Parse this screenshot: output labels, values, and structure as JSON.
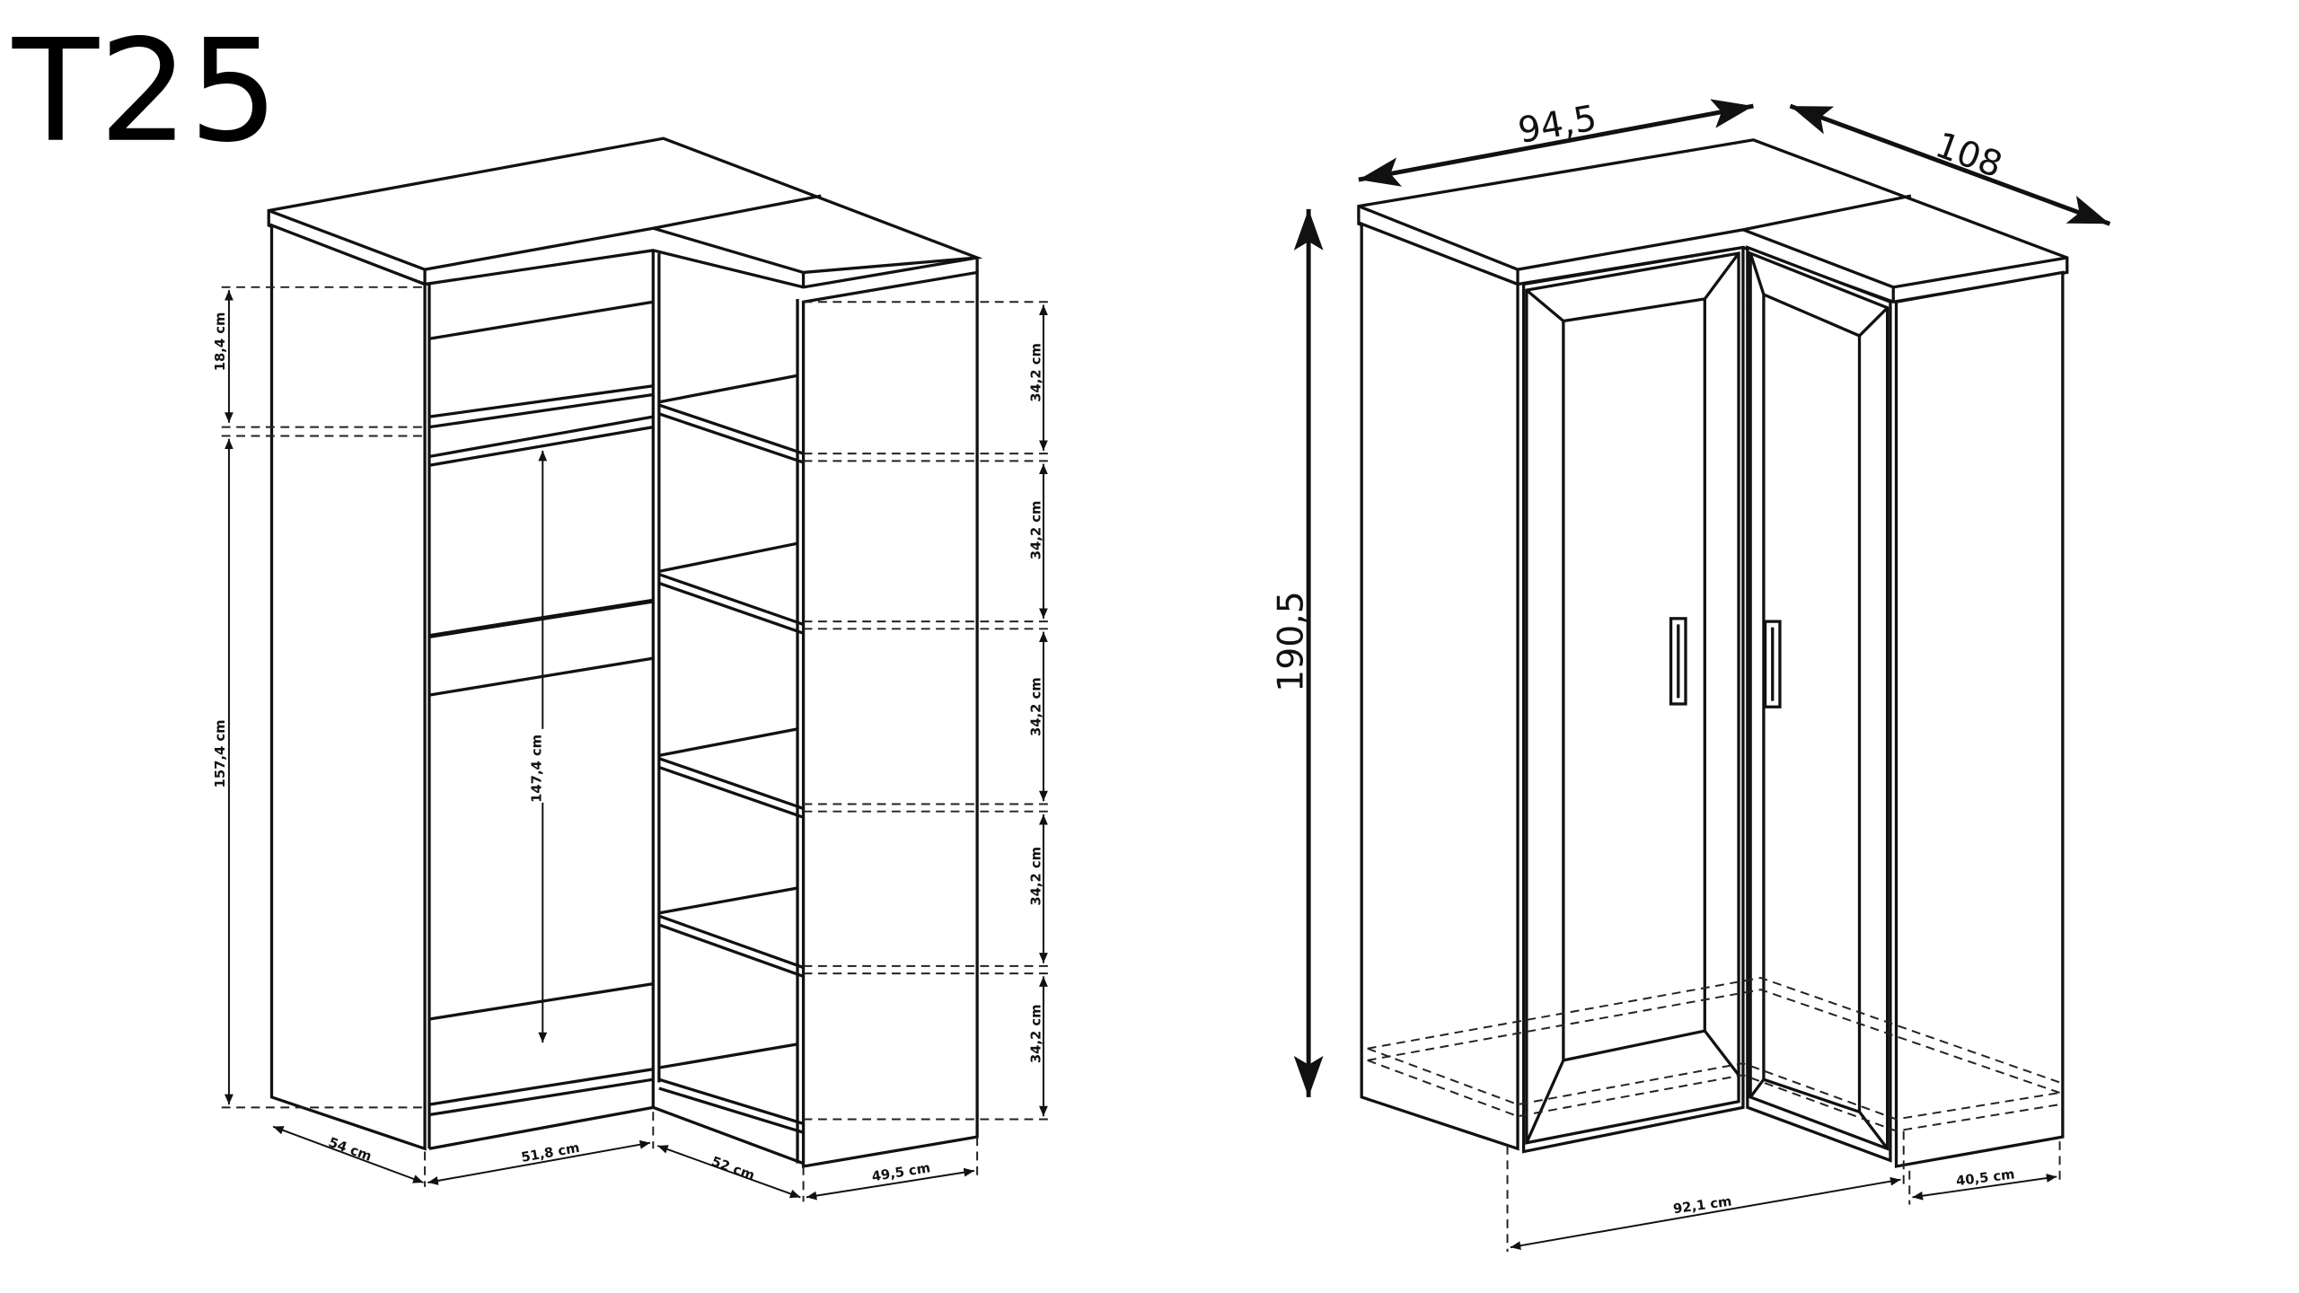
{
  "title": "T25",
  "left_view": {
    "heights": {
      "top_compartment": "18,4 cm",
      "hanging_section": "157,4 cm",
      "rail_height": "147,4 cm",
      "shelves": [
        "34,2 cm",
        "34,2 cm",
        "34,2 cm",
        "34,2 cm",
        "34,2 cm"
      ]
    },
    "widths": {
      "side_depth": "54 cm",
      "left_front": "51,8 cm",
      "right_depth": "52 cm",
      "right_front": "49,5 cm"
    }
  },
  "right_view": {
    "width_left": "94,5",
    "width_right": "108",
    "height": "190,5",
    "inner_front": "92,1 cm",
    "inner_side": "40,5 cm"
  }
}
